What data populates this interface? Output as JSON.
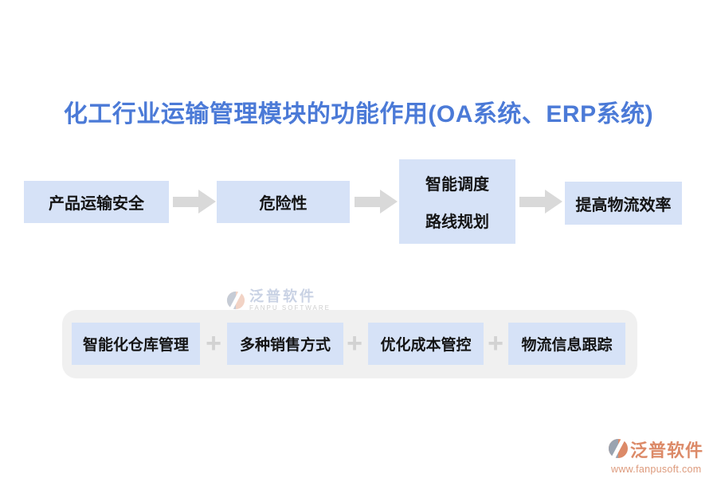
{
  "page": {
    "title": "化工行业运输管理模块的功能作用(OA系统、ERP系统)"
  },
  "flow": {
    "node1": "产品运输安全",
    "node2": "危险性",
    "node3_line1": "智能调度",
    "node3_line2": "路线规划",
    "node4": "提高物流效率"
  },
  "bottom_row": {
    "item1": "智能化仓库管理",
    "item2": "多种销售方式",
    "item3": "优化成本管控",
    "item4": "物流信息跟踪",
    "plus": "+"
  },
  "watermark_center": {
    "brand": "泛普软件",
    "tagline": "FANPU SOFTWARE"
  },
  "watermark_corner": {
    "brand": "泛普软件",
    "url": "www.fanpusoft.com"
  },
  "colors": {
    "title_blue": "#4b7ad7",
    "node_fill": "#d6e2f7",
    "arrow_gray": "#d9d9d9",
    "tray_gray": "#f0f0f0",
    "plus_gray": "#d2d2d2",
    "center_watermark_blue": "#c9d2e4",
    "corner_salmon": "#dc8a68",
    "logo_icon_gray": "#9aa3b0"
  }
}
